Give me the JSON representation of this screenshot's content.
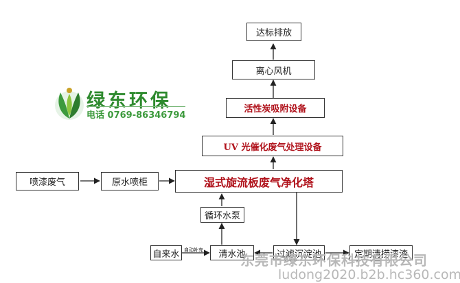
{
  "logo": {
    "title": "绿东环保",
    "phone": "电话  0769-86346794"
  },
  "boxes": {
    "discharge": "达标排放",
    "fan": "离心风机",
    "carbon": "活性炭吸附设备",
    "uv": "UV 光催化废气处理设备",
    "tower": "湿式旋流板废气净化塔",
    "paint_gas": "喷漆废气",
    "water_cabinet": "原水喷柜",
    "pump": "循环水泵",
    "tap_water": "自来水",
    "clear_pool": "清水池",
    "sediment_pool": "过滤沉淀池",
    "sludge": "定期清捞漆渣"
  },
  "labels": {
    "auto_refill": "自动补充"
  },
  "watermark": {
    "company": "东莞市绿东环保科技有限公司",
    "url": "ludong2020.b2b.hc360.com"
  }
}
